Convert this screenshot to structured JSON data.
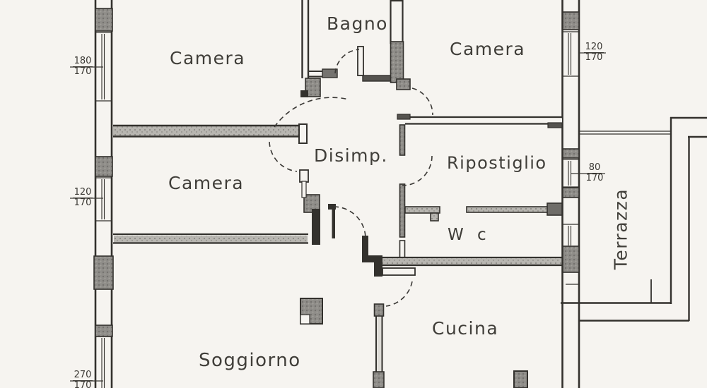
{
  "plan": {
    "rooms": [
      {
        "id": "camera-top-left",
        "label": "Camera"
      },
      {
        "id": "bagno",
        "label": "Bagno"
      },
      {
        "id": "camera-top-right",
        "label": "Camera"
      },
      {
        "id": "camera-mid-left",
        "label": "Camera"
      },
      {
        "id": "disimpegno",
        "label": "Disimp."
      },
      {
        "id": "ripostiglio",
        "label": "Ripostiglio"
      },
      {
        "id": "wc",
        "label": "W c"
      },
      {
        "id": "terrazza",
        "label": "Terrazza"
      },
      {
        "id": "soggiorno",
        "label": "Soggiorno"
      },
      {
        "id": "cucina",
        "label": "Cucina"
      }
    ],
    "window_dimensions": [
      {
        "id": "left-top",
        "width": "180",
        "height": "170"
      },
      {
        "id": "left-middle",
        "width": "120",
        "height": "170"
      },
      {
        "id": "left-bottom",
        "width": "270",
        "height": "170"
      },
      {
        "id": "right-top",
        "width": "120",
        "height": "170"
      },
      {
        "id": "right-middle",
        "width": "80",
        "height": "170"
      }
    ],
    "colors": {
      "paper": "#f6f4f0",
      "ink": "#33312d",
      "pillar_fill": "#8f8d89",
      "wall_hatch": "#b8b6b1"
    }
  }
}
